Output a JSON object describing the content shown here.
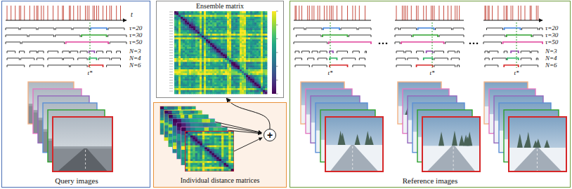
{
  "diagram": {
    "nodes": [
      {
        "text": [
          "Query images"
        ]
      },
      {
        "text": [
          "Ensemble matrix"
        ]
      },
      {
        "text": [
          "Individual distance matrices"
        ]
      },
      {
        "text": [
          "+"
        ],
        "in": 2
      },
      {
        "text": [
          "Reference images"
        ]
      }
    ],
    "edges": [
      {
        "from": 3,
        "to": 1,
        "arrow": "to"
      }
    ],
    "labels": [
      "t",
      "τ=20",
      "τ=30",
      "τ=50",
      "N=3",
      "N=4",
      "N=6",
      "t*",
      "t*",
      "t*",
      "t*",
      "τ=20",
      "τ=30",
      "τ=50",
      "N=3",
      "N=4",
      "N=6"
    ]
  }
}
